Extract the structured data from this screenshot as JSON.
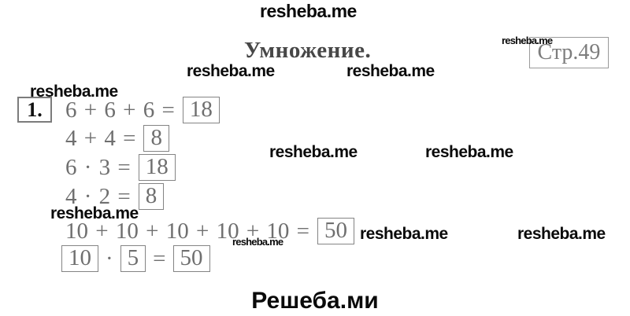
{
  "page": {
    "title": "Умножение.",
    "page_label": "Стр.49",
    "footer": "Решеба.ми"
  },
  "watermarks": [
    "resheba.me",
    "resheba.me",
    "resheba.me",
    "resheba.me",
    "resheba.me",
    "resheba.me",
    "resheba.me",
    "resheba.me",
    "resheba.me",
    "resheba.me",
    "resheba.me"
  ],
  "problem": {
    "number": "1.",
    "line1": {
      "expr": "6 + 6 + 6 =",
      "answer": "18"
    },
    "line2": {
      "expr": "4 + 4 =",
      "answer": "8"
    },
    "line3": {
      "expr": "6 · 3 =",
      "answer": "18"
    },
    "line4": {
      "expr": "4 · 2 =",
      "answer": "8"
    },
    "line5": {
      "expr": "10 + 10 + 10 + 10 + 10 =",
      "answer": "50"
    },
    "line6": {
      "factor1": "10",
      "times": "·",
      "factor2": "5",
      "equals": "=",
      "product": "50"
    }
  }
}
